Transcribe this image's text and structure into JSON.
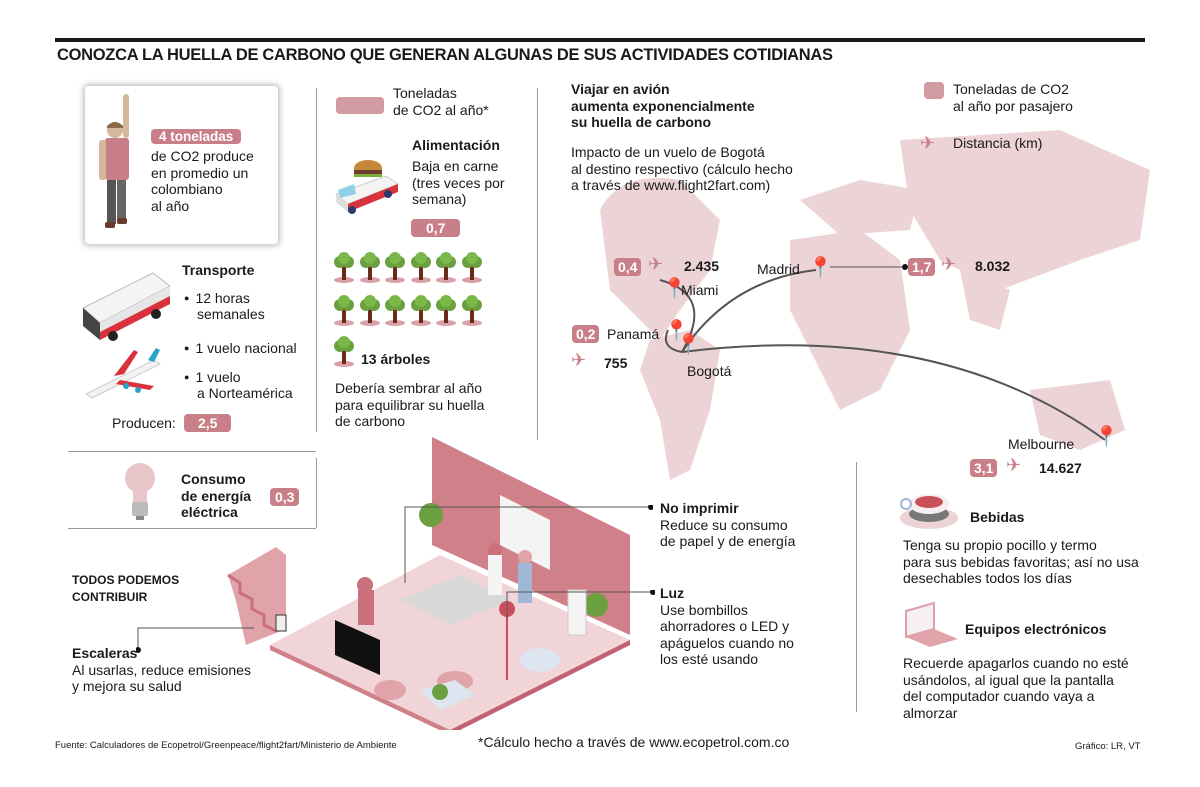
{
  "header": {
    "title": "CONOZCA LA HUELLA DE CARBONO QUE GENERAN ALGUNAS DE SUS ACTIVIDADES COTIDIANAS"
  },
  "colors": {
    "accent": "#c97f88",
    "map": "#e8c9cc",
    "dark": "#1a1a1a"
  },
  "person_card": {
    "badge": "4 toneladas",
    "text_lines": [
      "de CO2 produce",
      "en promedio un",
      "colombiano",
      "al año"
    ]
  },
  "transport": {
    "title": "Transporte",
    "bullets": [
      {
        "lines": [
          "12 horas",
          "semanales"
        ]
      },
      {
        "lines": [
          "1 vuelo nacional"
        ]
      },
      {
        "lines": [
          "1 vuelo",
          "a Norteamérica"
        ]
      }
    ],
    "produce_label": "Producen:",
    "value": "2,5"
  },
  "energy": {
    "title_lines": [
      "Consumo",
      "de energía",
      "eléctrica"
    ],
    "value": "0,3"
  },
  "legend_left": {
    "lines": [
      "Toneladas",
      "de CO2 al año*"
    ]
  },
  "food": {
    "title": "Alimentación",
    "lines": [
      "Baja en carne",
      "(tres veces por",
      "semana)"
    ],
    "value": "0,7"
  },
  "trees": {
    "count": 13,
    "label": "13 árboles",
    "desc_lines": [
      "Debería sembrar al año",
      "para equilibrar su huella",
      "de carbono"
    ]
  },
  "flights": {
    "title_lines": [
      "Viajar en avión",
      "aumenta exponencialmente",
      "su huella de carbono"
    ],
    "desc_lines": [
      "Impacto de un vuelo de Bogotá",
      "al destino respectivo (cálculo hecho",
      "a través de www.flight2fart.com)"
    ],
    "legend": {
      "co2_lines": [
        "Toneladas de CO2",
        "al año por pasajero"
      ],
      "distance": "Distancia (km)"
    },
    "origin": "Bogotá",
    "destinations": [
      {
        "city": "Miami",
        "co2": "0,4",
        "km": "2.435"
      },
      {
        "city": "Panamá",
        "co2": "0,2",
        "km": "755"
      },
      {
        "city": "Madrid",
        "co2": "1,7",
        "km": "8.032"
      },
      {
        "city": "Melbourne",
        "co2": "3,1",
        "km": "14.627"
      }
    ]
  },
  "contribute": {
    "heading_lines": [
      "TODOS PODEMOS",
      "CONTRIBUIR"
    ],
    "stairs": {
      "title": "Escaleras",
      "lines": [
        "Al usarlas, reduce emisiones",
        "y mejora su salud"
      ]
    },
    "no_print": {
      "title": "No imprimir",
      "lines": [
        "Reduce su consumo",
        "de papel y de energía"
      ]
    },
    "light": {
      "title": "Luz",
      "lines": [
        "Use bombillos",
        "ahorradores o LED y",
        "apáguelos cuando no",
        "los esté usando"
      ]
    },
    "drinks": {
      "title": "Bebidas",
      "lines": [
        "Tenga su propio pocillo y termo",
        "para sus bebidas favoritas; así no usa",
        "desechables todos los días"
      ]
    },
    "electronics": {
      "title": "Equipos electrónicos",
      "lines": [
        "Recuerde apagarlos cuando no esté",
        "usándolos, al igual que la pantalla",
        "del computador cuando vaya a",
        "almorzar"
      ]
    }
  },
  "footer": {
    "source": "Fuente: Calculadores de Ecopetrol/Greenpeace/flight2fart/Ministerio de Ambiente",
    "note": "*Cálculo hecho a través de www.ecopetrol.com.co",
    "credit": "Gráfico: LR, VT"
  }
}
